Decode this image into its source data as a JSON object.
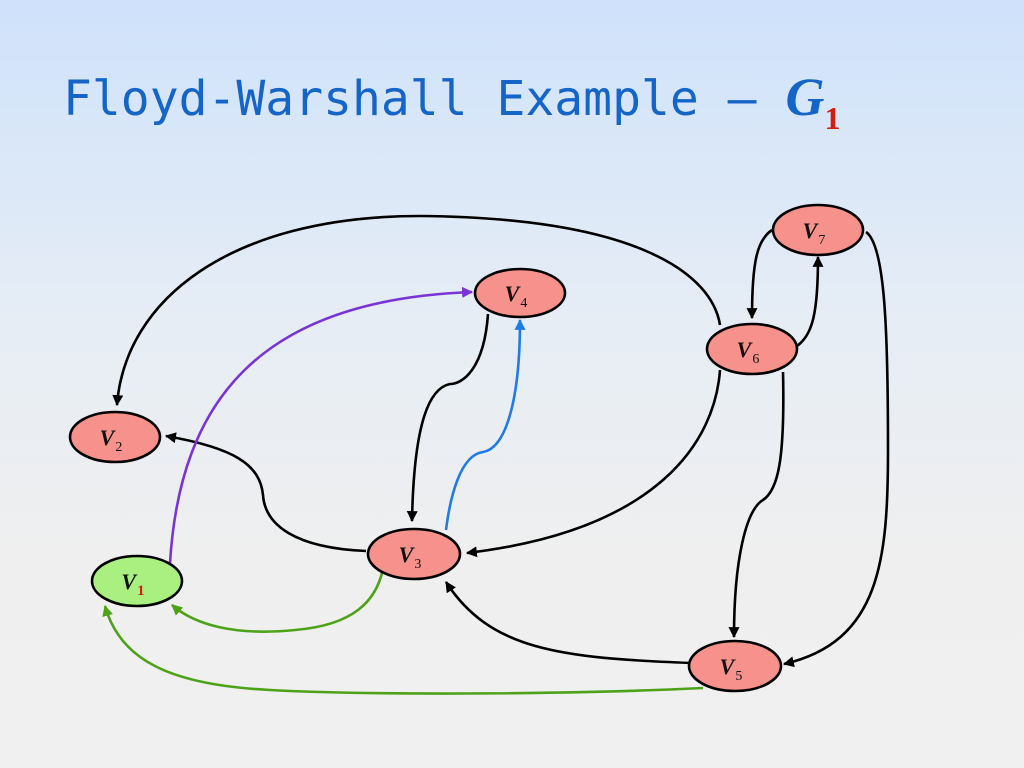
{
  "title": {
    "text": "Floyd-Warshall Example – ",
    "graph_var": "G",
    "graph_sub": "1"
  },
  "colors": {
    "node_fill": "#f6918c",
    "highlight_fill": "#a9f080",
    "edge_default": "#000000",
    "edge_green": "#4ea21a",
    "edge_purple": "#7a34d6",
    "edge_blue": "#1f7be8",
    "title": "#1565c8",
    "subscript_red": "#d61b0f"
  },
  "nodes": [
    {
      "id": "v1",
      "var": "V",
      "sub": "1",
      "highlighted": true
    },
    {
      "id": "v2",
      "var": "V",
      "sub": "2",
      "highlighted": false
    },
    {
      "id": "v3",
      "var": "V",
      "sub": "3",
      "highlighted": false
    },
    {
      "id": "v4",
      "var": "V",
      "sub": "4",
      "highlighted": false
    },
    {
      "id": "v5",
      "var": "V",
      "sub": "5",
      "highlighted": false
    },
    {
      "id": "v6",
      "var": "V",
      "sub": "6",
      "highlighted": false
    },
    {
      "id": "v7",
      "var": "V",
      "sub": "7",
      "highlighted": false
    }
  ],
  "edges": [
    {
      "from": "v6",
      "to": "v2",
      "color": "edge_default"
    },
    {
      "from": "v3",
      "to": "v2",
      "color": "edge_default"
    },
    {
      "from": "v4",
      "to": "v3",
      "color": "edge_default"
    },
    {
      "from": "v3",
      "to": "v4",
      "color": "edge_blue"
    },
    {
      "from": "v1",
      "to": "v4",
      "color": "edge_purple"
    },
    {
      "from": "v3",
      "to": "v1",
      "color": "edge_green"
    },
    {
      "from": "v5",
      "to": "v1",
      "color": "edge_green"
    },
    {
      "from": "v6",
      "to": "v3",
      "color": "edge_default"
    },
    {
      "from": "v5",
      "to": "v3",
      "color": "edge_default"
    },
    {
      "from": "v6",
      "to": "v5",
      "color": "edge_default"
    },
    {
      "from": "v7",
      "to": "v5",
      "color": "edge_default"
    },
    {
      "from": "v7",
      "to": "v6",
      "color": "edge_default"
    },
    {
      "from": "v6",
      "to": "v7",
      "color": "edge_default"
    }
  ]
}
